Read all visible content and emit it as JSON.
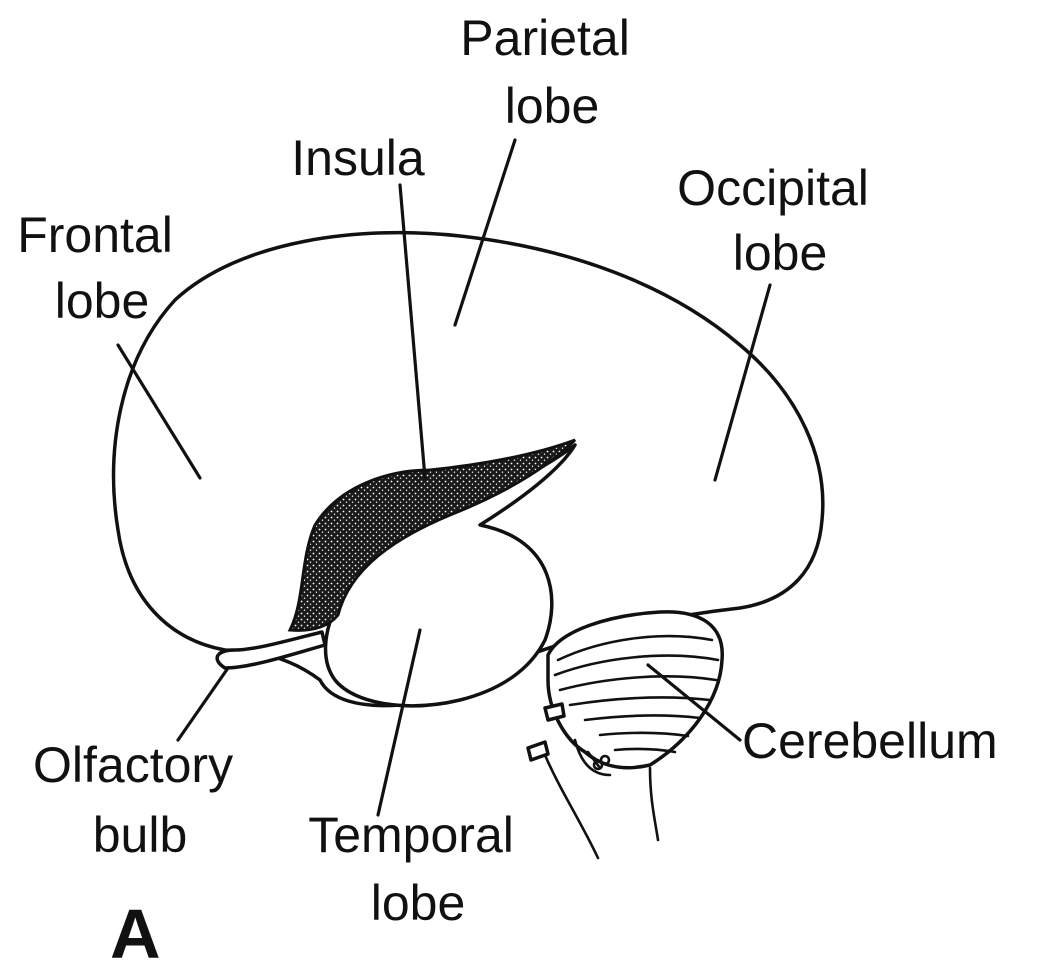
{
  "panel_letter": "A",
  "labels": {
    "frontal": [
      "Frontal",
      "lobe"
    ],
    "parietal": [
      "Parietal",
      "lobe"
    ],
    "insula": [
      "Insula"
    ],
    "occipital": [
      "Occipital",
      "lobe"
    ],
    "olfactory": [
      "Olfactory",
      "bulb"
    ],
    "temporal": [
      "Temporal",
      "lobe"
    ],
    "cerebellum": [
      "Cerebellum"
    ]
  },
  "colors": {
    "ink": "#111111",
    "paper": "#ffffff",
    "insula_shade": "#1a1a1a"
  }
}
